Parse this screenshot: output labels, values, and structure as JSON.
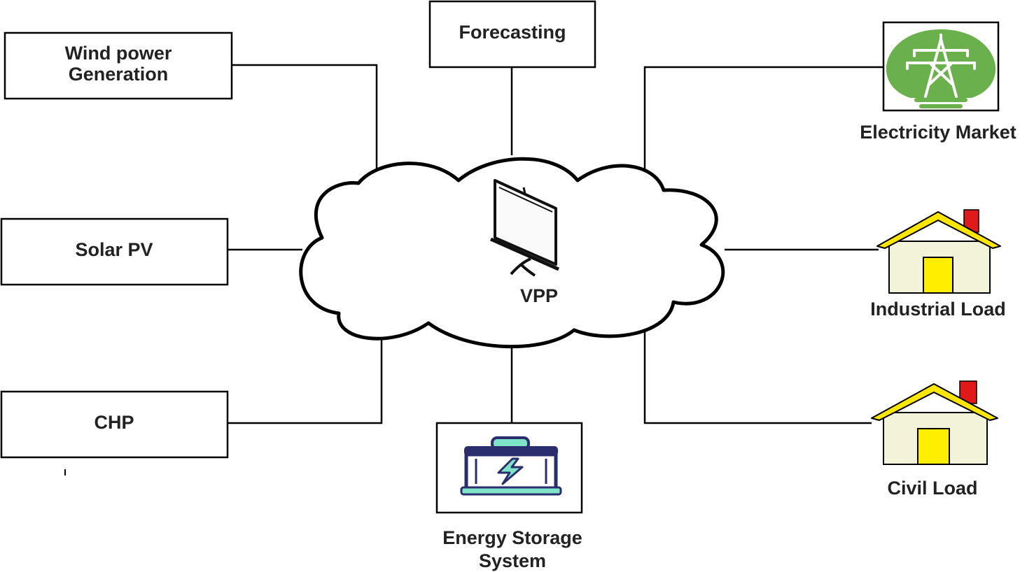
{
  "nodes": {
    "wind": {
      "line1": "Wind power",
      "line2": "Generation"
    },
    "solar": {
      "label": "Solar PV"
    },
    "chp": {
      "label": "CHP"
    },
    "forecasting": {
      "label": "Forecasting"
    },
    "vpp": {
      "label": "VPP",
      "icon": "presentation-screen-icon"
    },
    "storage": {
      "line1": "Energy Storage",
      "line2": "System",
      "icon": "battery-icon"
    },
    "market": {
      "label": "Electricity Market",
      "icon": "power-tower-icon"
    },
    "industrial": {
      "label": "Industrial Load",
      "icon": "house-icon"
    },
    "civil": {
      "label": "Civil Load",
      "icon": "house-icon"
    }
  },
  "colors": {
    "market_green": "#6ab04c",
    "house_roof": "#ffe600",
    "house_wall": "#f3f3d9",
    "house_door": "#ffee00",
    "chimney": "#e01a1a",
    "battery_navy": "#2a2e6e",
    "battery_teal": "#7fe3c8"
  }
}
